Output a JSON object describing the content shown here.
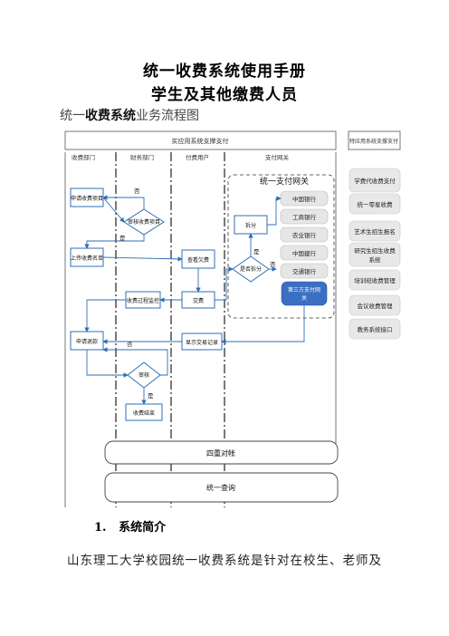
{
  "doc": {
    "title": "统一收费系统使用手册",
    "subtitle": "学生及其他缴费人员",
    "flow_title_prefix": "统一",
    "flow_title_bold": "收费系统",
    "flow_title_suffix": "业务流程图",
    "section_number": "1.",
    "section_title": "系统简介",
    "intro_text": "山东理工大学校园统一收费系统是针对在校生、老师及"
  },
  "diagram": {
    "top_bar": "实应用系统支撑支付",
    "side_header": "特应用系统支撑支付",
    "lanes": [
      "收费部门",
      "财务部门",
      "付费用户",
      "支付网关"
    ],
    "gateway_title": "统一支付网关",
    "banks": [
      "中国银行",
      "工商银行",
      "农业银行",
      "中国建行",
      "交通银行"
    ],
    "third_party": "第三方支付网关",
    "side_items": [
      "学费代收费支付",
      "统一零星收费",
      "艺术生招生报名",
      "研究生招生收费系统",
      "培训班收费管理",
      "会议收费管理",
      "教务系统接口"
    ],
    "nodes": {
      "apply_item": "申请收费项目",
      "review_item": "审核收费项目",
      "upload_list": "上传收费名单",
      "process_monitor": "收费过程监控",
      "apply_refund": "申请退款",
      "review": "审核",
      "refund_done": "收费结束",
      "view_fee": "查看欠费",
      "pay": "交费",
      "show_record": "显示交易记录",
      "split": "拆分",
      "need_split": "是否拆分"
    },
    "labels": {
      "no": "否",
      "yes": "是"
    },
    "bottom1": "四重对帐",
    "bottom2": "统一查询"
  }
}
